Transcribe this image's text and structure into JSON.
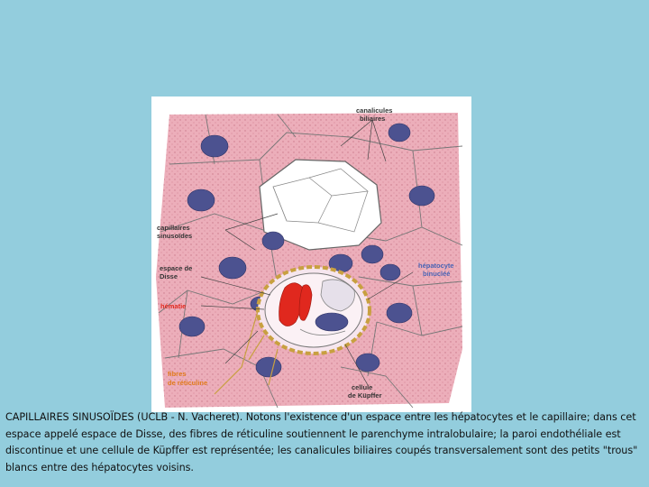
{
  "diagram": {
    "labels": {
      "canalicules": [
        "canalicules",
        "biliaires"
      ],
      "capillaires": [
        "capillaires",
        "sinusoïdes"
      ],
      "espace_disse": [
        "espace de",
        "Disse"
      ],
      "hematie": "hématie",
      "fibres": [
        "fibres",
        "de réticuline"
      ],
      "hepatocyte": [
        "hépatocyte",
        "binucléé"
      ],
      "kupffer": [
        "cellule",
        "de Küpffer"
      ]
    },
    "colors": {
      "background": "#93cddd",
      "cell_fill": "#ecaeba",
      "membrane": "#777777",
      "nucleus": "#4c5290",
      "hematie": "#e0281e",
      "fibres": "#c8a040",
      "label_red": "#e0281e",
      "label_orange": "#e07a1a",
      "label_blue": "#4a64b4"
    }
  },
  "caption": "CAPILLAIRES SINUSOÏDES (UCLB - N. Vacheret). Notons l'existence d'un espace entre les hépatocytes et le capillaire; dans cet espace appelé espace de Disse, des fibres de réticuline soutiennent le parenchyme intralobulaire; la paroi endothéliale est discontinue et une cellule de Küpffer est représentée; les canalicules biliaires coupés transversalement sont des petits \"trous\" blancs entre des hépatocytes voisins."
}
